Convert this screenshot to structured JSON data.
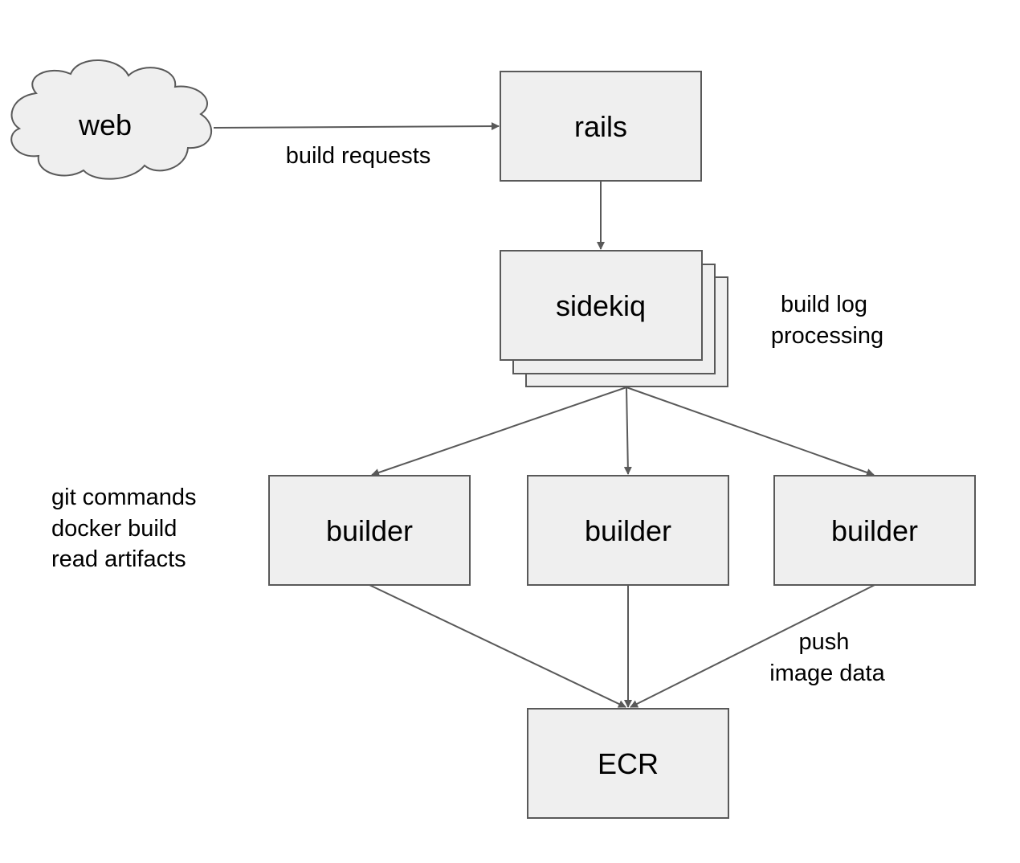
{
  "colors": {
    "box_fill": "#efefef",
    "box_stroke": "#595959",
    "arrow": "#595959",
    "text": "#000000",
    "background": "#ffffff"
  },
  "nodes": {
    "web": "web",
    "rails": "rails",
    "sidekiq": "sidekiq",
    "builder_left": "builder",
    "builder_center": "builder",
    "builder_right": "builder",
    "ecr": "ECR"
  },
  "annotations": {
    "build_requests": "build requests",
    "build_log_processing": [
      "build log",
      "processing"
    ],
    "builder_tasks": [
      "git commands",
      "docker build",
      "read artifacts"
    ],
    "push_image_data": [
      "push",
      "image data"
    ]
  }
}
